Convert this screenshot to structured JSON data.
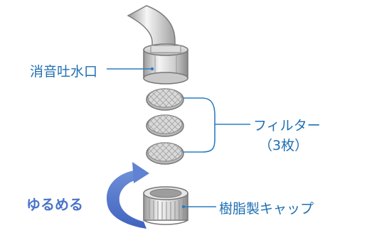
{
  "labels": {
    "outlet": "消音吐水口",
    "filter": "フィルター",
    "filter_count": "（3枚）",
    "cap": "樹脂製キャップ",
    "action": "ゆるめる"
  },
  "colors": {
    "label_text": "#1f6fb2",
    "leader_line": "#2a7fc4",
    "arrow": "#4a6fc8",
    "metal_dark": "#8c8c8c",
    "metal_light": "#f2f2f2"
  }
}
